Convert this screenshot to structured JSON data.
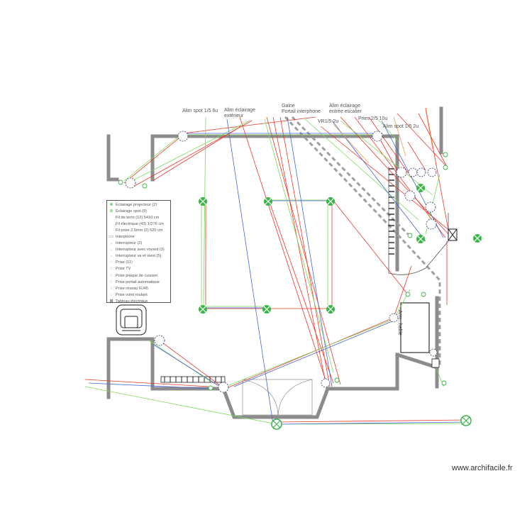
{
  "labels": {
    "alim_spot_left": "Alim spot 1/5 6u",
    "alim_eclairage_ext": [
      "Alim éclairage",
      "extérieur"
    ],
    "gaine": [
      "Gaine",
      "Portail interphone"
    ],
    "alim_eclairage_escalier": [
      "Alim éclairage",
      "entrée escalier"
    ],
    "vr": "VR1/5 2u",
    "prises": "Pries 2/5 10u",
    "alim_spot_right": "Alim spot 1/5 2u",
    "box": "Arm...hable"
  },
  "legend": [
    {
      "icon": "projector-light-icon",
      "label": "Eclairage projecteur (2)"
    },
    {
      "icon": "spot-light-icon",
      "label": "Eclairage spot (9)"
    },
    {
      "icon": "none",
      "label": "Fil de terre (12) 5410 cm"
    },
    {
      "icon": "none",
      "label": "Fil électrique (43) 1/276 cm"
    },
    {
      "icon": "none",
      "label": "Fil prise 2.5mm (2) 520 cm"
    },
    {
      "icon": "interphone-icon",
      "label": "Interphone"
    },
    {
      "icon": "switch-icon",
      "label": "Interrupteur (2)"
    },
    {
      "icon": "switch-light-icon",
      "label": "Interrupteur avec voyant (3)"
    },
    {
      "icon": "switch-two-way-icon",
      "label": "Interrupteur va et vient (5)"
    },
    {
      "icon": "outlet-icon",
      "label": "Prise (11)"
    },
    {
      "icon": "tv-outlet-icon",
      "label": "Prise TV"
    },
    {
      "icon": "hob-outlet-icon",
      "label": "Prise plaque de cuisson"
    },
    {
      "icon": "gate-outlet-icon",
      "label": "Prise portail automatique"
    },
    {
      "icon": "network-outlet-icon",
      "label": "Prise réseau RJ45"
    },
    {
      "icon": "shutter-outlet-icon",
      "label": "Prise volet roulant"
    },
    {
      "icon": "panel-icon",
      "label": "Tableau électrique"
    }
  ],
  "watermark": "www.archifacile.fr",
  "colors": {
    "wall": "#8c8c8c",
    "red": "#e8392a",
    "green": "#7ed957",
    "blue": "#4a63d8",
    "orange": "#f0a050"
  }
}
